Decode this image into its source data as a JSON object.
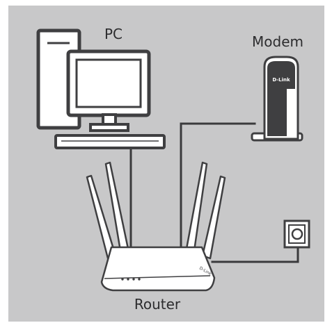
{
  "labels": {
    "pc": "PC",
    "modem": "Modem",
    "router": "Router"
  },
  "brand": {
    "modem_logo": "D-Link",
    "router_logo": "D-Link"
  },
  "colors": {
    "background": "#c8c8c9",
    "outline": "#3f3f41",
    "device_fill": "#ffffff",
    "cable": "#3a3a3c",
    "label_text": "#2c2c2e"
  }
}
